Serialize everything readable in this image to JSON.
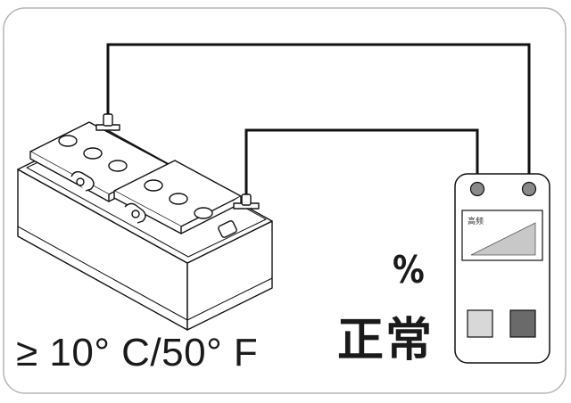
{
  "labels": {
    "temperature": "≥ 10° C/50° F",
    "status": "正常",
    "percent": "%"
  },
  "tester": {
    "mode_text": "高频"
  },
  "colors": {
    "frame_border": "#b5b5b5",
    "line": "#111111",
    "battery_fill": "#ffffff",
    "terminal_dot": "#8a8a8a",
    "light_button": "#d8d8d8",
    "dark_button": "#6a6a6a",
    "bar_fill": "#c8c8c8"
  }
}
